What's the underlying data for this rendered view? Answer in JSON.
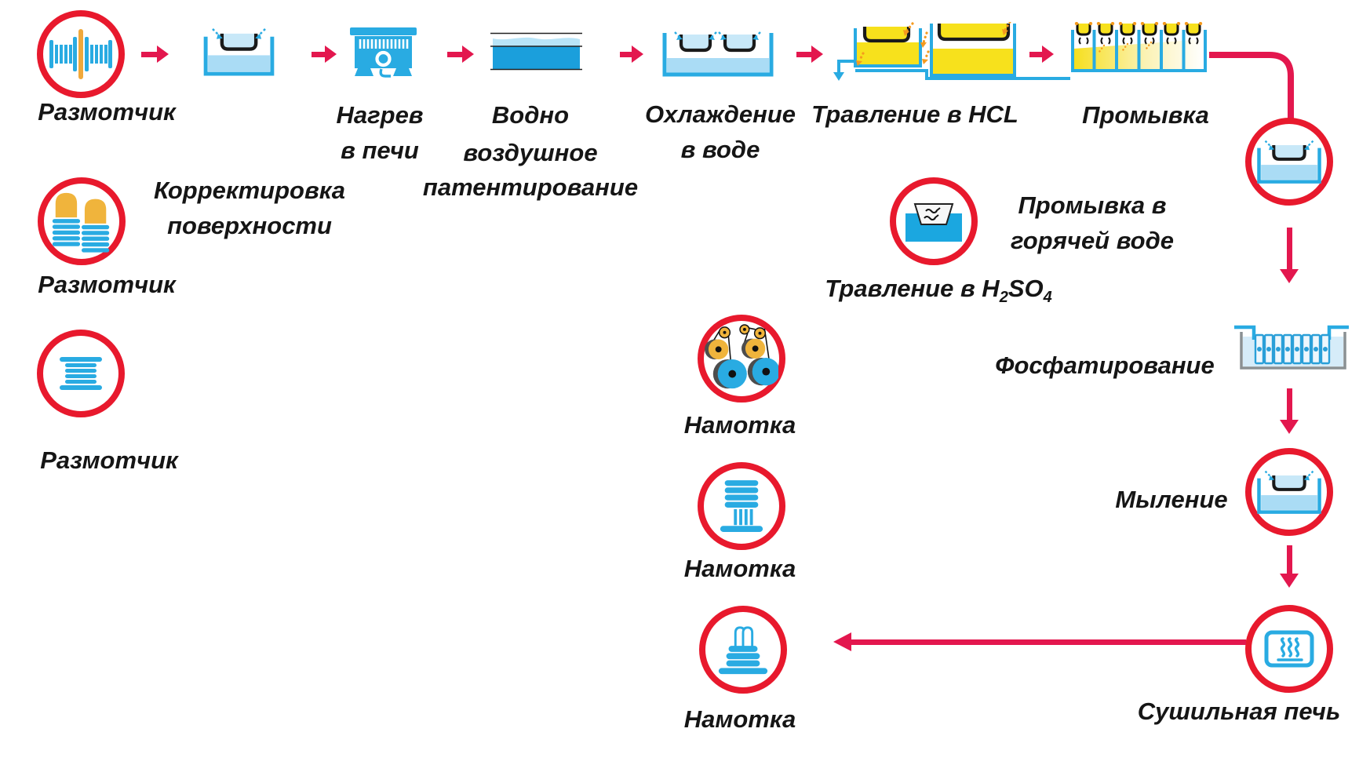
{
  "colors": {
    "circle_red": "#e8192d",
    "arrow_crimson": "#e3174e",
    "icon_blue": "#29abe2",
    "light_blue": "#aadcf5",
    "dark_blue": "#1b9fdc",
    "acid_yellow": "#f7e11c",
    "coil_orange": "#f0b43c",
    "speck_orange": "#f59a1e",
    "tank_gray": "#8a9093",
    "text_black": "#151515"
  },
  "labels": {
    "unwinder1": "Размотчик",
    "unwinder2": "Размотчик",
    "unwinder3": "Размотчик",
    "surface_correction_line1": "Корректировка",
    "surface_correction_line2": "поверхности",
    "furnace_line1": "Нагрев",
    "furnace_line2": "в печи",
    "patenting_line1": "Водно",
    "patenting_line2": "воздушное",
    "patenting_line3": "патентирование",
    "cooling_line1": "Охлаждение",
    "cooling_line2": "в воде",
    "hcl": "Травление в HCL",
    "washing": "Промывка",
    "hot_wash_line1": "Промывка в",
    "hot_wash_line2": "горячей воде",
    "h2so4_prefix": "Травление в H",
    "h2so4_sub1": "2",
    "h2so4_mid": "SO",
    "h2so4_sub2": "4",
    "phosphating": "Фосфатирование",
    "soaping": "Мыление",
    "drying": "Сушильная печь",
    "winding1": "Намотка",
    "winding2": "Намотка",
    "winding3": "Намотка"
  }
}
